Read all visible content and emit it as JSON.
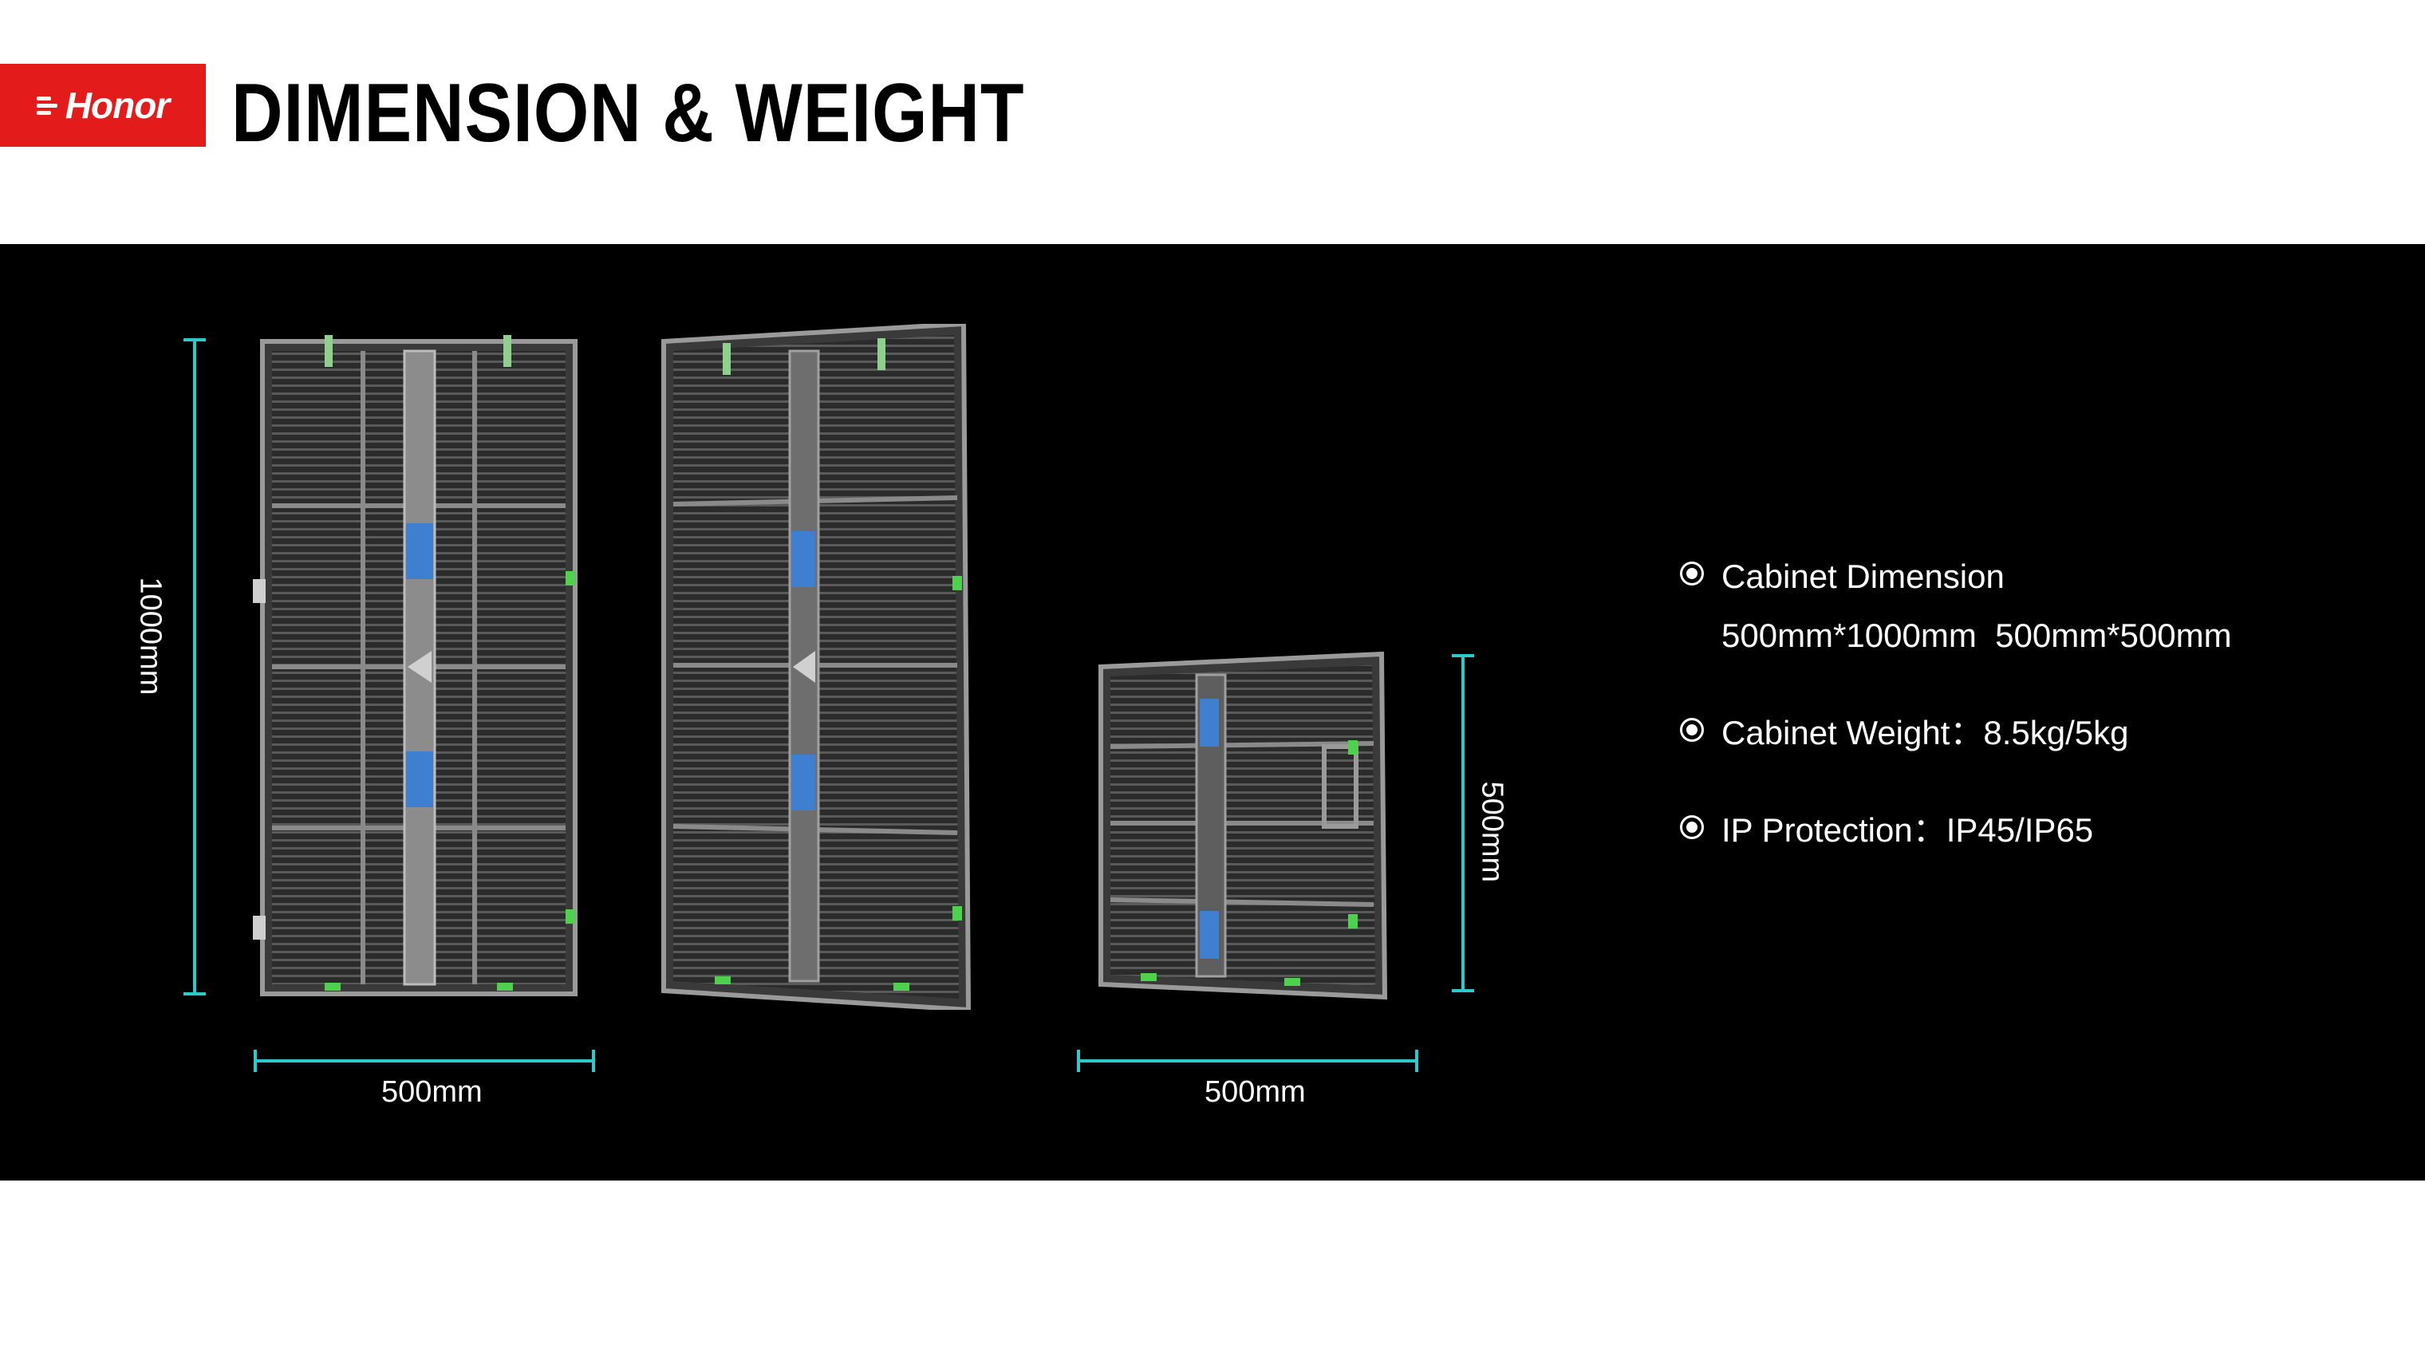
{
  "header": {
    "logo_text": "Honor",
    "logo_color": "#e31b1b",
    "title": "DIMENSION & WEIGHT"
  },
  "dimensions": {
    "left_height_label": "1000mm",
    "left_width_label": "500mm",
    "right_height_label": "500mm",
    "right_width_label": "500mm",
    "line_color": "#2ec9c9"
  },
  "specs": {
    "dimension_label": "Cabinet Dimension",
    "dimension_value": "500mm*1000mm  500mm*500mm",
    "weight_text": "Cabinet Weight：8.5kg/5kg",
    "protection_text": "IP Protection：IP45/IP65"
  }
}
